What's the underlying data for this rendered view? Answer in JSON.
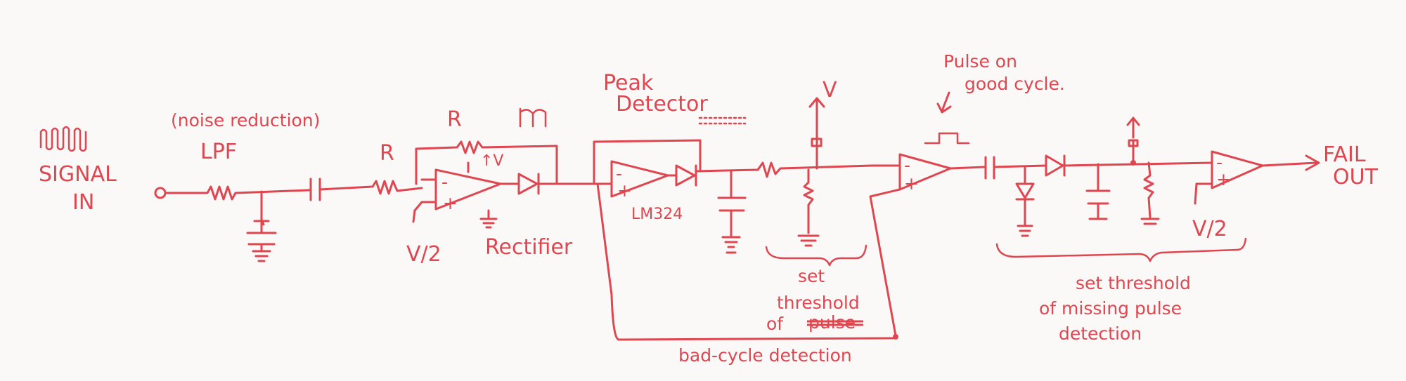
{
  "diagram": {
    "input": {
      "line1": "SIGNAL",
      "line2": "IN"
    },
    "output": {
      "line1": "FAIL",
      "line2": "OUT"
    },
    "noise_note": "(noise reduction)",
    "lpf": "LPF",
    "r1": "R",
    "r2": "R",
    "v_half_1": "V/2",
    "v_half_2": "V/2",
    "v_supply_1": "↑V",
    "v_supply_2": "V",
    "rectifier": "Rectifier",
    "peak_detector": {
      "line1": "Peak",
      "line2": "Detector"
    },
    "lm324": "LM324",
    "pulse_note": {
      "line1": "Pulse on",
      "line2": "good cycle."
    },
    "set_threshold_pulse": {
      "line1": "set",
      "line2": "threshold",
      "line3": "of",
      "struck": "pulse"
    },
    "set_threshold_missing": {
      "line1": "set threshold",
      "line2": "of missing pulse",
      "line3": "detection"
    },
    "bad_cycle": "bad-cycle detection",
    "opamp_minus": "-",
    "opamp_plus": "+"
  }
}
